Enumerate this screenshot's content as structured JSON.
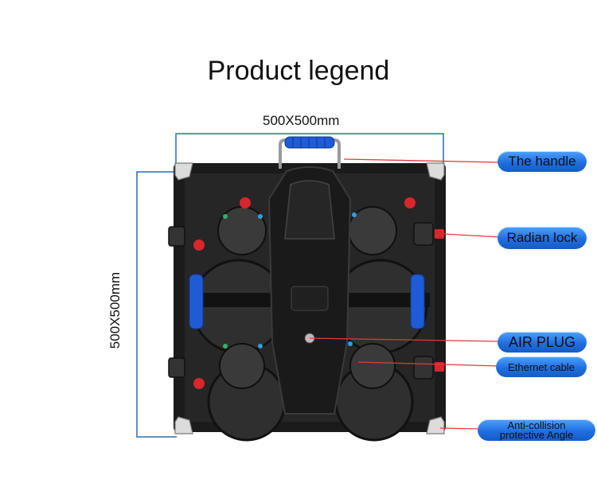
{
  "title": "Product legend",
  "dimension_width": "500X500mm",
  "dimension_height": "500X500mm",
  "labels": {
    "handle": "The handle",
    "radian_lock": "Radian lock",
    "air_plug": "AIR PLUG",
    "ethernet_cable": "Ethernet cable",
    "anti_collision_line1": "Anti-collision",
    "anti_collision_line2": "protective Angle"
  },
  "colors": {
    "leader_line": "#e23a3a",
    "dimension_line": "#2b6cb0",
    "label_fill": "#2a7ae6"
  }
}
